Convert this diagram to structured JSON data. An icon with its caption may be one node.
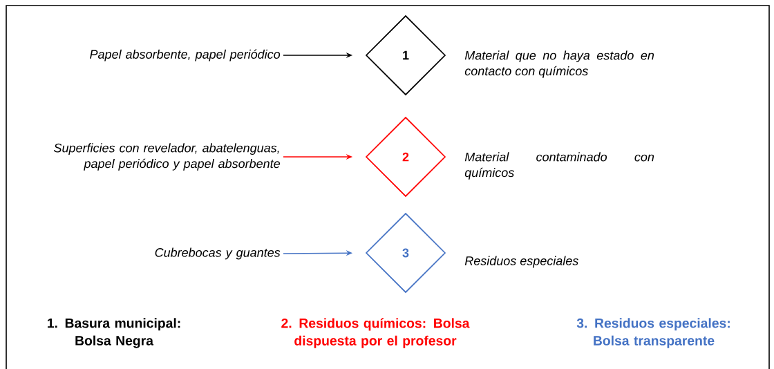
{
  "diagram": {
    "nodes": [
      {
        "text": [
          "Papel absorbente, papel periódico"
        ]
      },
      {
        "text": [
          "1"
        ],
        "beside": [
          "Material que no haya estado en contacto con químicos"
        ]
      },
      {
        "text": [
          "Superficies con revelador, abatelenguas, papel periódico y papel absorbente"
        ]
      },
      {
        "text": [
          "2"
        ],
        "beside": [
          "Material contaminado con químicos"
        ]
      },
      {
        "text": [
          "Cubrebocas y guantes"
        ]
      },
      {
        "text": [
          "3"
        ],
        "beside": [
          "Residuos especiales"
        ]
      }
    ],
    "edges": [
      {
        "from": 0,
        "to": 1,
        "arrow": "to",
        "color": "#000000"
      },
      {
        "from": 2,
        "to": 3,
        "arrow": "to",
        "color": "#ff0000"
      },
      {
        "from": 4,
        "to": 5,
        "arrow": "to",
        "color": "#4472c4"
      }
    ],
    "labels": [
      "1. Basura municipal: Bolsa Negra",
      "2. Residuos químicos: Bolsa dispuesta por el profesor",
      "3. Residuos especiales: Bolsa transparente"
    ]
  }
}
